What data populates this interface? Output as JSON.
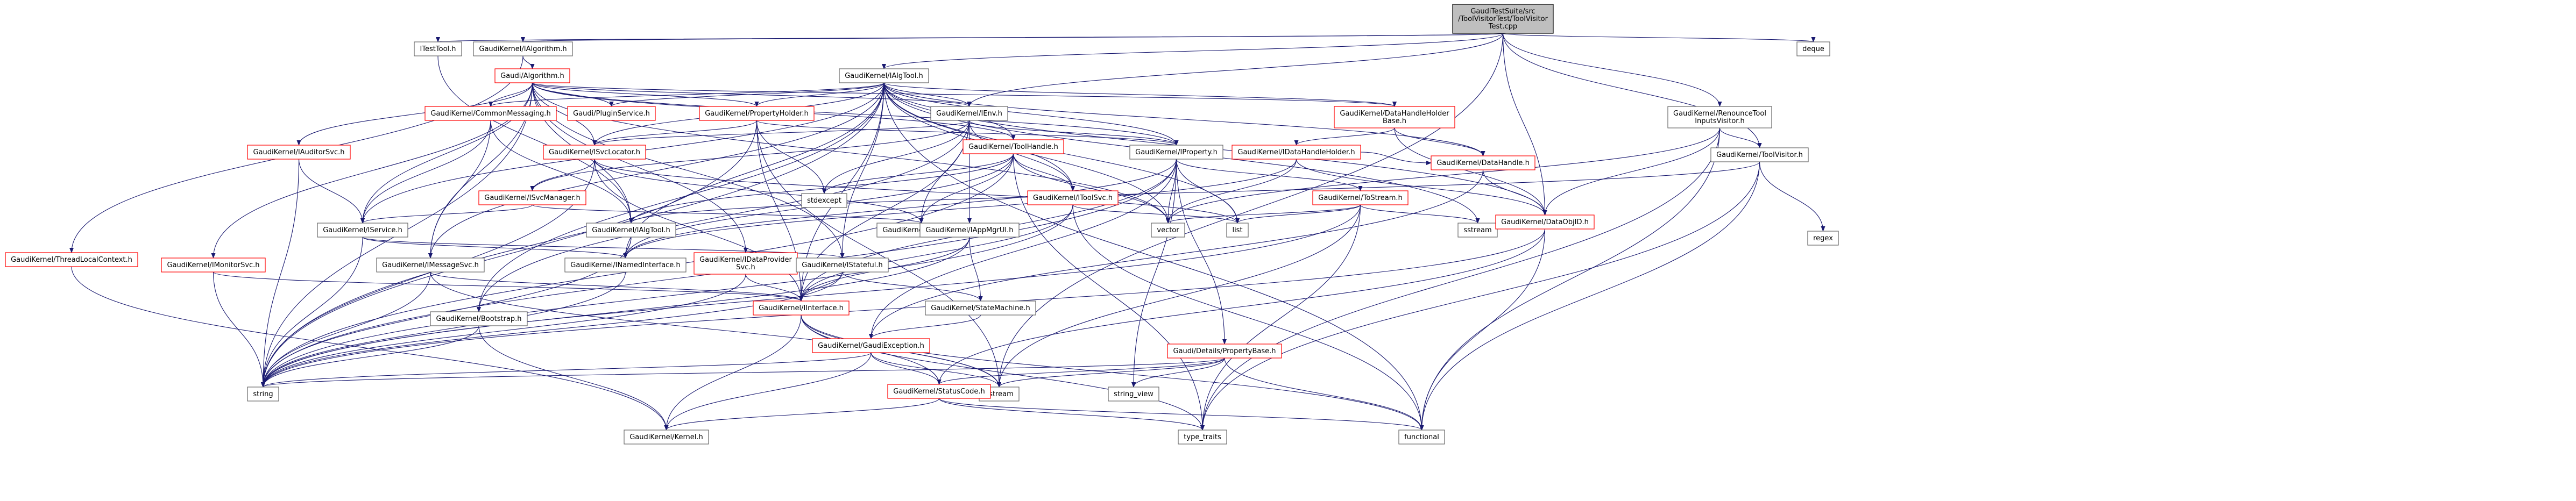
{
  "nodes": [
    {
      "id": "root",
      "lines": [
        "GaudiTestSuite/src",
        "/ToolVisitorTest/ToolVisitor",
        "Test.cpp"
      ],
      "style": "focus"
    },
    {
      "id": "itesttool",
      "lines": [
        "ITestTool.h"
      ],
      "style": "ok"
    },
    {
      "id": "ialgorithm",
      "lines": [
        "GaudiKernel/IAlgorithm.h"
      ],
      "style": "ok"
    },
    {
      "id": "ialgtool",
      "lines": [
        "GaudiKernel/IAlgTool.h"
      ],
      "style": "ok"
    },
    {
      "id": "ienv",
      "lines": [
        "GaudiKernel/IEnv.h"
      ],
      "style": "ok"
    },
    {
      "id": "renouncetool",
      "lines": [
        "GaudiKernel/RenounceTool",
        "InputsVisitor.h"
      ],
      "style": "ok"
    },
    {
      "id": "toolvisitor",
      "lines": [
        "GaudiKernel/ToolVisitor.h"
      ],
      "style": "ok"
    },
    {
      "id": "deque",
      "lines": [
        "deque"
      ],
      "style": "ok"
    },
    {
      "id": "algorithm",
      "lines": [
        "Gaudi/Algorithm.h"
      ],
      "style": "bad"
    },
    {
      "id": "threadlocal",
      "lines": [
        "GaudiKernel/ThreadLocalContext.h"
      ],
      "style": "bad"
    },
    {
      "id": "commonmsg",
      "lines": [
        "GaudiKernel/CommonMessaging.h"
      ],
      "style": "bad"
    },
    {
      "id": "pluginsvc",
      "lines": [
        "Gaudi/PluginService.h"
      ],
      "style": "bad"
    },
    {
      "id": "propholder",
      "lines": [
        "GaudiKernel/PropertyHolder.h"
      ],
      "style": "bad"
    },
    {
      "id": "datahandleholderbase",
      "lines": [
        "GaudiKernel/DataHandleHolder",
        "Base.h"
      ],
      "style": "bad"
    },
    {
      "id": "iauditorsvc",
      "lines": [
        "GaudiKernel/IAuditorSvc.h"
      ],
      "style": "bad"
    },
    {
      "id": "isvclocator",
      "lines": [
        "GaudiKernel/ISvcLocator.h"
      ],
      "style": "bad"
    },
    {
      "id": "toolhandle",
      "lines": [
        "GaudiKernel/ToolHandle.h"
      ],
      "style": "bad"
    },
    {
      "id": "iproperty",
      "lines": [
        "GaudiKernel/IProperty.h"
      ],
      "style": "ok"
    },
    {
      "id": "idatahandleholder",
      "lines": [
        "GaudiKernel/IDataHandleHolder.h"
      ],
      "style": "bad"
    },
    {
      "id": "isvcmanager",
      "lines": [
        "GaudiKernel/ISvcManager.h"
      ],
      "style": "bad"
    },
    {
      "id": "itoolsvc",
      "lines": [
        "GaudiKernel/IToolSvc.h"
      ],
      "style": "bad"
    },
    {
      "id": "tostream",
      "lines": [
        "GaudiKernel/ToStream.h"
      ],
      "style": "bad"
    },
    {
      "id": "datahandle",
      "lines": [
        "GaudiKernel/DataHandle.h"
      ],
      "style": "bad"
    },
    {
      "id": "stdexcept",
      "lines": [
        "stdexcept"
      ],
      "style": "ok"
    },
    {
      "id": "smartif",
      "lines": [
        "GaudiKernel/SmartIF.h"
      ],
      "style": "ok"
    },
    {
      "id": "iservice",
      "lines": [
        "GaudiKernel/IService.h"
      ],
      "style": "ok"
    },
    {
      "id": "ialgtool2",
      "lines": [
        "GaudiKernel/IAlgTool.h"
      ],
      "style": "ok"
    },
    {
      "id": "iappmgrui",
      "lines": [
        "GaudiKernel/IAppMgrUI.h"
      ],
      "style": "ok"
    },
    {
      "id": "vector",
      "lines": [
        "vector"
      ],
      "style": "ok"
    },
    {
      "id": "list",
      "lines": [
        "list"
      ],
      "style": "ok"
    },
    {
      "id": "sstream",
      "lines": [
        "sstream"
      ],
      "style": "ok"
    },
    {
      "id": "dataobjid",
      "lines": [
        "GaudiKernel/DataObjID.h"
      ],
      "style": "bad"
    },
    {
      "id": "regex",
      "lines": [
        "regex"
      ],
      "style": "ok"
    },
    {
      "id": "imonitorsvc",
      "lines": [
        "GaudiKernel/IMonitorSvc.h"
      ],
      "style": "bad"
    },
    {
      "id": "imessagesvc",
      "lines": [
        "GaudiKernel/IMessageSvc.h"
      ],
      "style": "ok"
    },
    {
      "id": "inamedinterface",
      "lines": [
        "GaudiKernel/INamedInterface.h"
      ],
      "style": "ok"
    },
    {
      "id": "idataprovidersvc",
      "lines": [
        "GaudiKernel/IDataProvider",
        "Svc.h"
      ],
      "style": "bad"
    },
    {
      "id": "istateful",
      "lines": [
        "GaudiKernel/IStateful.h"
      ],
      "style": "ok"
    },
    {
      "id": "bootstrap",
      "lines": [
        "GaudiKernel/Bootstrap.h"
      ],
      "style": "ok"
    },
    {
      "id": "iinterface",
      "lines": [
        "GaudiKernel/IInterface.h"
      ],
      "style": "bad"
    },
    {
      "id": "statemachine",
      "lines": [
        "GaudiKernel/StateMachine.h"
      ],
      "style": "ok"
    },
    {
      "id": "gaudiexception",
      "lines": [
        "GaudiKernel/GaudiException.h"
      ],
      "style": "bad"
    },
    {
      "id": "propertybase",
      "lines": [
        "Gaudi/Details/PropertyBase.h"
      ],
      "style": "bad"
    },
    {
      "id": "string",
      "lines": [
        "string"
      ],
      "style": "ok"
    },
    {
      "id": "ostream",
      "lines": [
        "ostream"
      ],
      "style": "ok"
    },
    {
      "id": "string_view",
      "lines": [
        "string_view"
      ],
      "style": "ok"
    },
    {
      "id": "statuscode",
      "lines": [
        "GaudiKernel/StatusCode.h"
      ],
      "style": "bad"
    },
    {
      "id": "kernel",
      "lines": [
        "GaudiKernel/Kernel.h"
      ],
      "style": "ok"
    },
    {
      "id": "type_traits",
      "lines": [
        "type_traits"
      ],
      "style": "ok"
    },
    {
      "id": "functional",
      "lines": [
        "functional"
      ],
      "style": "ok"
    }
  ],
  "edges": [
    [
      "root",
      "itesttool"
    ],
    [
      "root",
      "ialgorithm"
    ],
    [
      "root",
      "ialgtool"
    ],
    [
      "root",
      "ienv"
    ],
    [
      "root",
      "renouncetool"
    ],
    [
      "root",
      "toolvisitor"
    ],
    [
      "root",
      "deque"
    ],
    [
      "root",
      "dataobjid"
    ],
    [
      "root",
      "ostream"
    ],
    [
      "itesttool",
      "ialgtool2"
    ],
    [
      "ialgorithm",
      "algorithm"
    ],
    [
      "ialgorithm",
      "threadlocal"
    ],
    [
      "algorithm",
      "commonmsg"
    ],
    [
      "algorithm",
      "pluginsvc"
    ],
    [
      "algorithm",
      "propholder"
    ],
    [
      "algorithm",
      "datahandleholderbase"
    ],
    [
      "algorithm",
      "iauditorsvc"
    ],
    [
      "algorithm",
      "isvclocator"
    ],
    [
      "algorithm",
      "iproperty"
    ],
    [
      "algorithm",
      "iservice"
    ],
    [
      "algorithm",
      "imonitorsvc"
    ],
    [
      "algorithm",
      "imessagesvc"
    ],
    [
      "algorithm",
      "idataprovidersvc"
    ],
    [
      "algorithm",
      "istateful"
    ],
    [
      "algorithm",
      "string"
    ],
    [
      "algorithm",
      "vector"
    ],
    [
      "algorithm",
      "ialgtool2"
    ],
    [
      "algorithm",
      "ienv"
    ],
    [
      "algorithm",
      "toolhandle"
    ],
    [
      "ialgtool",
      "ienv"
    ],
    [
      "ialgtool",
      "commonmsg"
    ],
    [
      "ialgtool",
      "pluginsvc"
    ],
    [
      "ialgtool",
      "propholder"
    ],
    [
      "ialgtool",
      "datahandleholderbase"
    ],
    [
      "ialgtool",
      "isvclocator"
    ],
    [
      "ialgtool",
      "toolhandle"
    ],
    [
      "ialgtool",
      "iproperty"
    ],
    [
      "ialgtool",
      "itoolsvc"
    ],
    [
      "ialgtool",
      "datahandle"
    ],
    [
      "ialgtool",
      "dataobjid"
    ],
    [
      "ialgtool",
      "vector"
    ],
    [
      "ialgtool",
      "list"
    ],
    [
      "ialgtool",
      "sstream"
    ],
    [
      "ialgtool",
      "iservice"
    ],
    [
      "ialgtool",
      "imessagesvc"
    ],
    [
      "ialgtool",
      "inamedinterface"
    ],
    [
      "ialgtool",
      "istateful"
    ],
    [
      "ialgtool",
      "iinterface"
    ],
    [
      "ialgtool",
      "string"
    ],
    [
      "ialgtool",
      "bootstrap"
    ],
    [
      "ialgtool",
      "functional"
    ],
    [
      "ienv",
      "isvclocator"
    ],
    [
      "ienv",
      "iproperty"
    ],
    [
      "ienv",
      "itoolsvc"
    ],
    [
      "ienv",
      "stdexcept"
    ],
    [
      "ienv",
      "smartif"
    ],
    [
      "ienv",
      "iappmgrui"
    ],
    [
      "ienv",
      "isvcmanager"
    ],
    [
      "ienv",
      "iinterface"
    ],
    [
      "ienv",
      "bootstrap"
    ],
    [
      "commonmsg",
      "iservice"
    ],
    [
      "commonmsg",
      "imessagesvc"
    ],
    [
      "commonmsg",
      "ialgtool2"
    ],
    [
      "propholder",
      "isvclocator"
    ],
    [
      "propholder",
      "iproperty"
    ],
    [
      "propholder",
      "stdexcept"
    ],
    [
      "propholder",
      "iinterface"
    ],
    [
      "propholder",
      "string"
    ],
    [
      "propholder",
      "ostream"
    ],
    [
      "datahandleholderbase",
      "idatahandleholder"
    ],
    [
      "datahandleholderbase",
      "datahandle"
    ],
    [
      "datahandleholderbase",
      "dataobjid"
    ],
    [
      "iauditorsvc",
      "iservice"
    ],
    [
      "iauditorsvc",
      "string"
    ],
    [
      "isvclocator",
      "isvcmanager"
    ],
    [
      "isvclocator",
      "smartif"
    ],
    [
      "isvclocator",
      "iinterface"
    ],
    [
      "isvclocator",
      "string"
    ],
    [
      "isvclocator",
      "list"
    ],
    [
      "toolhandle",
      "itoolsvc"
    ],
    [
      "toolhandle",
      "ialgtool2"
    ],
    [
      "toolhandle",
      "inamedinterface"
    ],
    [
      "toolhandle",
      "stdexcept"
    ],
    [
      "toolhandle",
      "string"
    ],
    [
      "toolhandle",
      "vector"
    ],
    [
      "toolhandle",
      "type_traits"
    ],
    [
      "toolhandle",
      "smartif"
    ],
    [
      "iproperty",
      "tostream"
    ],
    [
      "iproperty",
      "propertybase"
    ],
    [
      "iproperty",
      "iinterface"
    ],
    [
      "iproperty",
      "string"
    ],
    [
      "iproperty",
      "vector"
    ],
    [
      "iproperty",
      "list"
    ],
    [
      "iproperty",
      "gaudiexception"
    ],
    [
      "iproperty",
      "inamedinterface"
    ],
    [
      "iproperty",
      "string_view"
    ],
    [
      "idatahandleholder",
      "datahandle"
    ],
    [
      "idatahandleholder",
      "dataobjid"
    ],
    [
      "idatahandleholder",
      "inamedinterface"
    ],
    [
      "idatahandleholder",
      "vector"
    ],
    [
      "isvcmanager",
      "iservice"
    ],
    [
      "isvcmanager",
      "smartif"
    ],
    [
      "itoolsvc",
      "iinterface"
    ],
    [
      "itoolsvc",
      "list"
    ],
    [
      "itoolsvc",
      "functional"
    ],
    [
      "itoolsvc",
      "string"
    ],
    [
      "tostream",
      "sstream"
    ],
    [
      "tostream",
      "string"
    ],
    [
      "tostream",
      "list"
    ],
    [
      "tostream",
      "vector"
    ],
    [
      "tostream",
      "type_traits"
    ],
    [
      "tostream",
      "ostream"
    ],
    [
      "datahandle",
      "dataobjid"
    ],
    [
      "datahandle",
      "gaudiexception"
    ],
    [
      "iservice",
      "inamedinterface"
    ],
    [
      "iservice",
      "istateful"
    ],
    [
      "iservice",
      "string"
    ],
    [
      "ialgtool2",
      "inamedinterface"
    ],
    [
      "ialgtool2",
      "string"
    ],
    [
      "iappmgrui",
      "iinterface"
    ],
    [
      "iappmgrui",
      "statemachine"
    ],
    [
      "iappmgrui",
      "string"
    ],
    [
      "dataobjid",
      "statuscode"
    ],
    [
      "dataobjid",
      "string"
    ],
    [
      "dataobjid",
      "functional"
    ],
    [
      "renouncetool",
      "dataobjid"
    ],
    [
      "renouncetool",
      "toolvisitor"
    ],
    [
      "renouncetool",
      "functional"
    ],
    [
      "renouncetool",
      "type_traits"
    ],
    [
      "renouncetool",
      "vector"
    ],
    [
      "toolvisitor",
      "regex"
    ],
    [
      "toolvisitor",
      "functional"
    ],
    [
      "toolvisitor",
      "type_traits"
    ],
    [
      "toolvisitor",
      "ialgtool2"
    ],
    [
      "imonitorsvc",
      "iinterface"
    ],
    [
      "imonitorsvc",
      "string"
    ],
    [
      "imessagesvc",
      "iinterface"
    ],
    [
      "imessagesvc",
      "string"
    ],
    [
      "imessagesvc",
      "ostream"
    ],
    [
      "inamedinterface",
      "string"
    ],
    [
      "idataprovidersvc",
      "iinterface"
    ],
    [
      "idataprovidersvc",
      "string"
    ],
    [
      "istateful",
      "iinterface"
    ],
    [
      "istateful",
      "string"
    ],
    [
      "istateful",
      "statemachine"
    ],
    [
      "bootstrap",
      "string"
    ],
    [
      "bootstrap",
      "kernel"
    ],
    [
      "iinterface",
      "kernel"
    ],
    [
      "iinterface",
      "statuscode"
    ],
    [
      "iinterface",
      "type_traits"
    ],
    [
      "iinterface",
      "ostream"
    ],
    [
      "iinterface",
      "functional"
    ],
    [
      "statemachine",
      "gaudiexception"
    ],
    [
      "gaudiexception",
      "kernel"
    ],
    [
      "gaudiexception",
      "statuscode"
    ],
    [
      "gaudiexception",
      "string"
    ],
    [
      "gaudiexception",
      "ostream"
    ],
    [
      "propertybase",
      "statuscode"
    ],
    [
      "propertybase",
      "string"
    ],
    [
      "propertybase",
      "string_view"
    ],
    [
      "propertybase",
      "ostream"
    ],
    [
      "propertybase",
      "functional"
    ],
    [
      "statuscode",
      "kernel"
    ],
    [
      "statuscode",
      "type_traits"
    ],
    [
      "statuscode",
      "functional"
    ],
    [
      "statuscode",
      "ostream"
    ],
    [
      "threadlocal",
      "kernel"
    ]
  ]
}
